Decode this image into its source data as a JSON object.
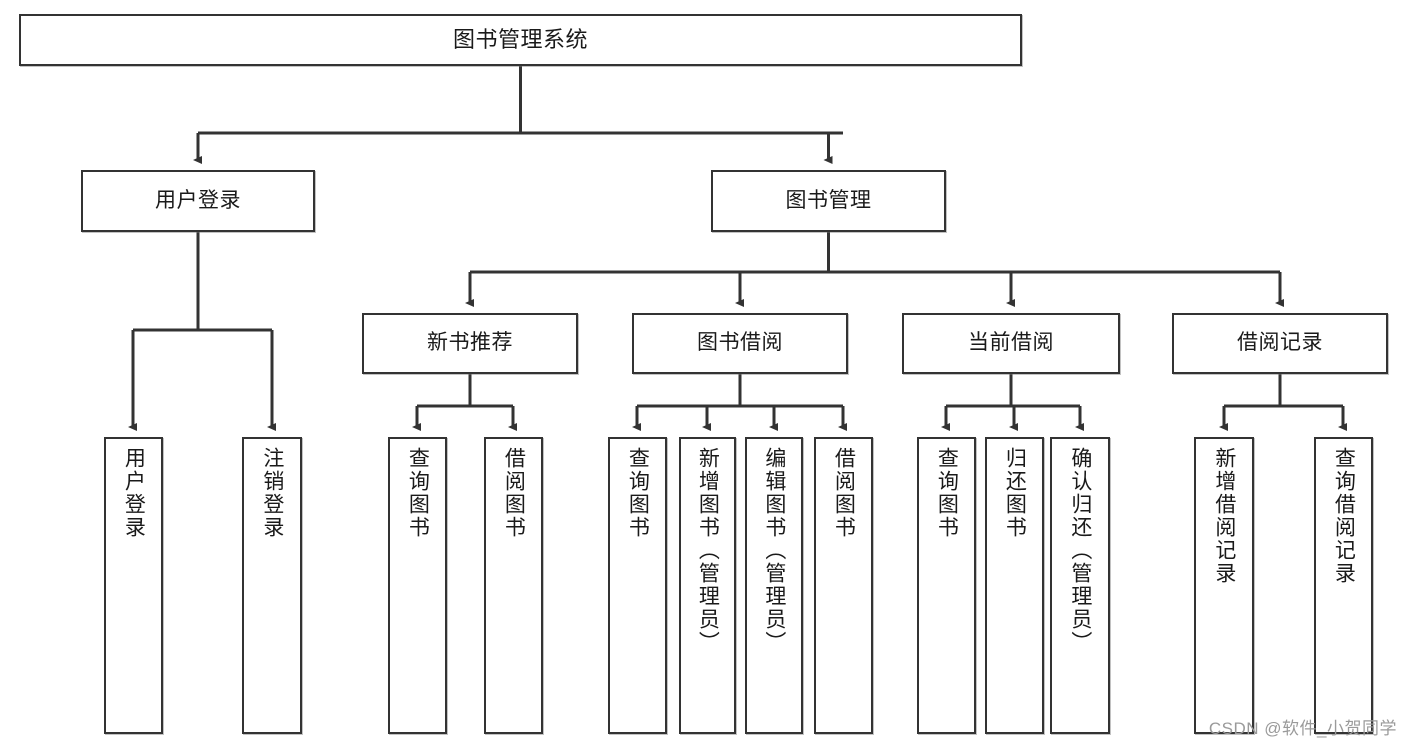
{
  "diagram": {
    "title": "图书管理系统",
    "type": "tree-hierarchy-diagram",
    "colors": {
      "box_border": "#333333",
      "box_fill": "#ffffff",
      "connector": "#333333",
      "text": "#1a1a1a",
      "watermark": "#9a9a9a",
      "background": "#ffffff"
    },
    "levels": {
      "root": {
        "label": "图书管理系统"
      },
      "level2": [
        {
          "label": "用户登录"
        },
        {
          "label": "图书管理"
        }
      ],
      "level3": [
        {
          "label": "新书推荐"
        },
        {
          "label": "图书借阅"
        },
        {
          "label": "当前借阅"
        },
        {
          "label": "借阅记录"
        }
      ],
      "leaves": {
        "user_login": [
          {
            "label": "用户登录"
          },
          {
            "label": "注销登录"
          }
        ],
        "new_book_recommend": [
          {
            "label": "查询图书"
          },
          {
            "label": "借阅图书"
          }
        ],
        "book_borrow": [
          {
            "label": "查询图书"
          },
          {
            "label": "新增图书（管理员）"
          },
          {
            "label": "编辑图书（管理员）"
          },
          {
            "label": "借阅图书"
          }
        ],
        "current_borrow": [
          {
            "label": "查询图书"
          },
          {
            "label": "归还图书"
          },
          {
            "label": "确认归还（管理员）"
          }
        ],
        "borrow_record": [
          {
            "label": "新增借阅记录"
          },
          {
            "label": "查询借阅记录"
          }
        ]
      }
    }
  },
  "watermark": {
    "text": "CSDN @软件_小贺同学"
  }
}
